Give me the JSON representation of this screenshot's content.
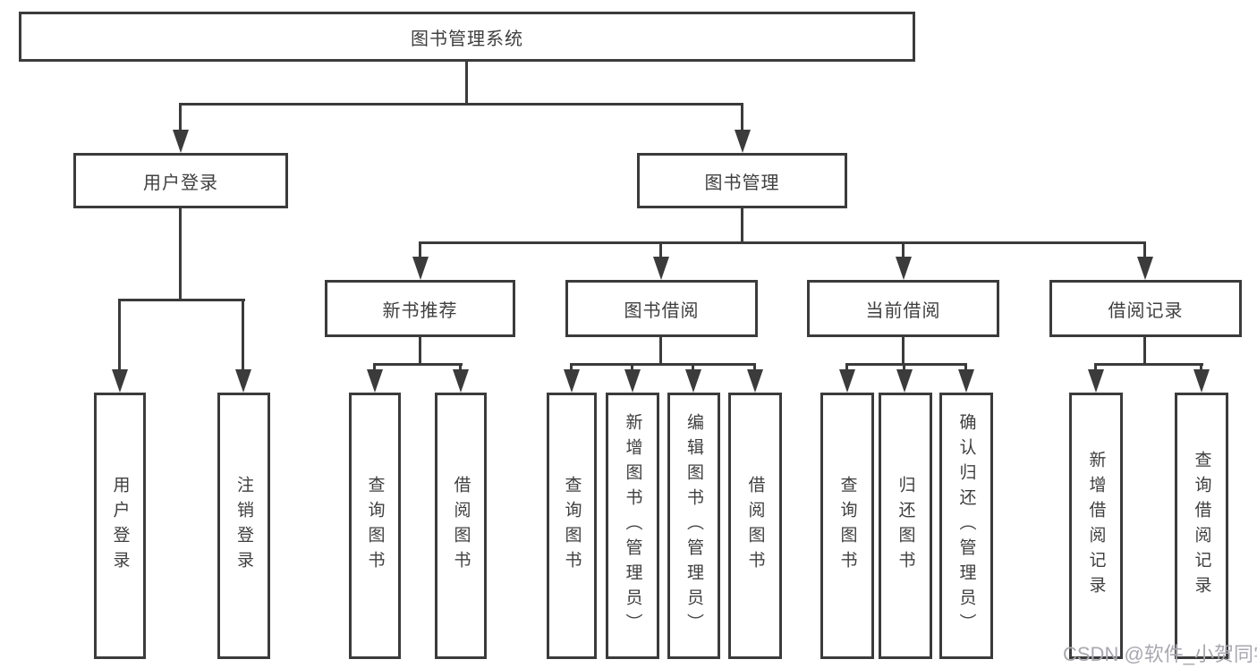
{
  "tree": {
    "label": "图书管理系统",
    "children": [
      {
        "label": "用户登录",
        "children": [
          {
            "label": "用户登录"
          },
          {
            "label": "注销登录"
          }
        ]
      },
      {
        "label": "图书管理",
        "children": [
          {
            "label": "新书推荐",
            "children": [
              {
                "label": "查询图书"
              },
              {
                "label": "借阅图书"
              }
            ]
          },
          {
            "label": "图书借阅",
            "children": [
              {
                "label": "查询图书"
              },
              {
                "label": "新增图书（管理员）"
              },
              {
                "label": "编辑图书（管理员）"
              },
              {
                "label": "借阅图书"
              }
            ]
          },
          {
            "label": "当前借阅",
            "children": [
              {
                "label": "查询图书"
              },
              {
                "label": "归还图书"
              },
              {
                "label": "确认归还（管理员）"
              }
            ]
          },
          {
            "label": "借阅记录",
            "children": [
              {
                "label": "新增借阅记录"
              },
              {
                "label": "查询借阅记录"
              }
            ]
          }
        ]
      }
    ]
  },
  "watermark": {
    "text": "CSDN @软件_小贺同学"
  },
  "colors": {
    "line": "#3b3b3b",
    "text": "#3f3f3f",
    "watermark": "#a8a8b0",
    "background": "#ffffff"
  }
}
